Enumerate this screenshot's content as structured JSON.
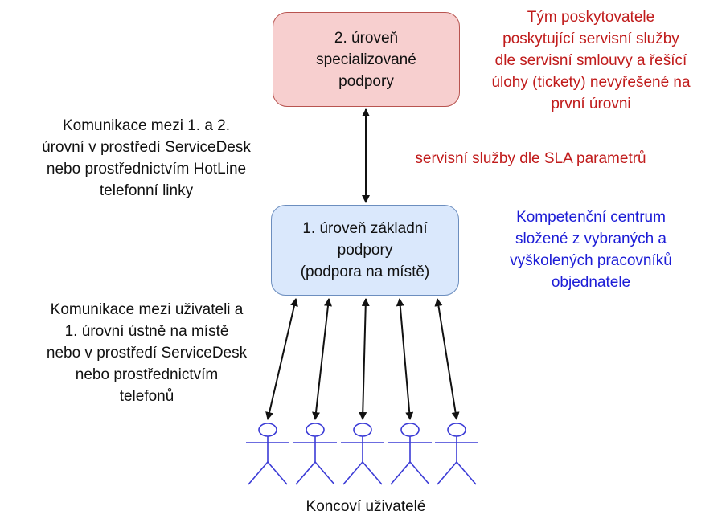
{
  "level2_box": {
    "lines": [
      "2. úroveň",
      "specializované",
      "podpory"
    ],
    "fill": "#f7cfcf",
    "stroke": "#b85450"
  },
  "level1_box": {
    "lines": [
      "1. úroveň základní",
      "podpory",
      "(podpora na místě)"
    ],
    "fill": "#dae8fc",
    "stroke": "#6c8ebf"
  },
  "provider_note": {
    "lines": [
      "Tým poskytovatele",
      "poskytující servisní služby",
      "dle servisní smlouvy a řešící",
      "úlohy (tickety) nevyřešené na",
      "první úrovni"
    ],
    "color": "#c01b1b"
  },
  "comm_levels_note": {
    "lines": [
      "Komunikace mezi 1. a 2.",
      "úrovní v prostředí ServiceDesk",
      "nebo prostřednictvím HotLine",
      "telefonní linky"
    ]
  },
  "sla_label": {
    "text": "servisní služby dle SLA parametrů",
    "color": "#c01b1b"
  },
  "competence_note": {
    "lines": [
      "Kompetenční centrum",
      "složené z vybraných a",
      "vyškolených pracovníků",
      "objednatele"
    ],
    "color": "#1c1cd6"
  },
  "comm_users_note": {
    "lines": [
      "Komunikace mezi uživateli a",
      "1. úrovní ústně na místě",
      "nebo v prostředí ServiceDesk",
      "nebo prostřednictvím",
      "telefonů"
    ]
  },
  "end_users_label": {
    "text": "Koncoví uživatelé"
  },
  "actor_count": 5,
  "actor_color": "#3b3bd6",
  "connector_color": "#111111"
}
